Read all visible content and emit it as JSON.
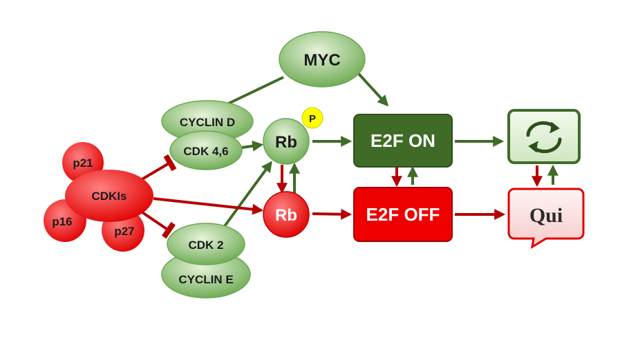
{
  "nodes": {
    "myc": "MYC",
    "cyclin_d": "CYCLIN D",
    "cdk46": "CDK 4,6",
    "rb_phospho": "Rb",
    "phospho_mark": "P",
    "rb": "Rb",
    "e2f_on": "E2F ON",
    "e2f_off": "E2F OFF",
    "quiescence": "Qui",
    "cdk2": "CDK 2",
    "cyclin_e": "CYCLIN E",
    "cdkis": "CDKIs",
    "p21": "p21",
    "p16": "p16",
    "p27": "p27"
  },
  "icons": {
    "cycle": "cycle-arrows-icon"
  },
  "colors": {
    "green_dark": "#3f6b27",
    "green_light": "#a8d08d",
    "red": "#e00000",
    "red_dark": "#b40000",
    "yellow": "#ffff00"
  }
}
